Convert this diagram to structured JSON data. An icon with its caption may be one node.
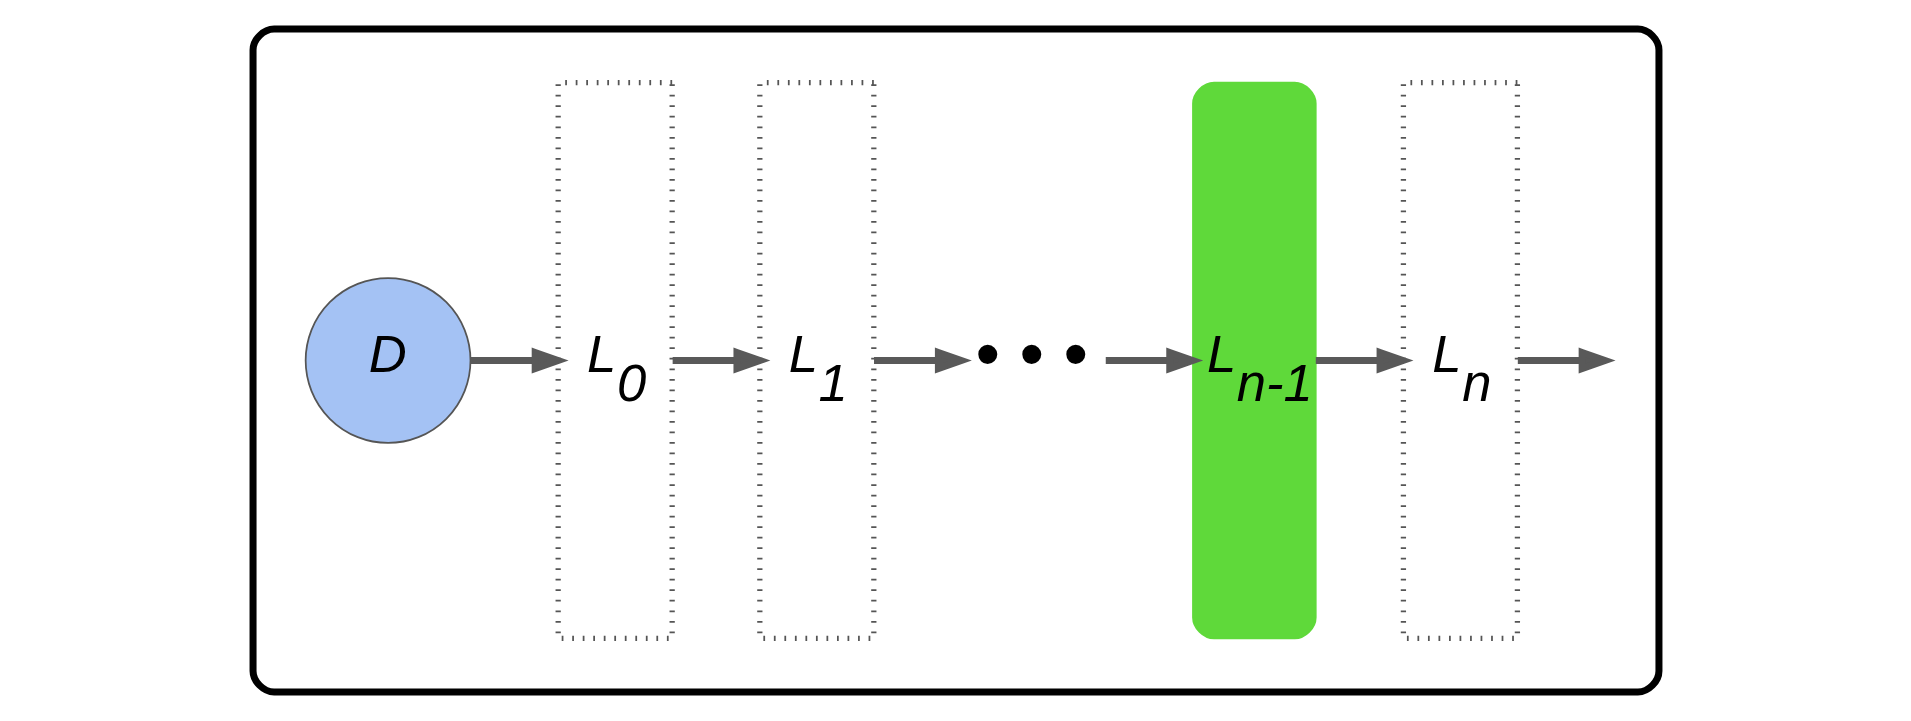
{
  "diagram": {
    "nodes": [
      {
        "text": [],
        "shape": "box"
      },
      {
        "text": [
          "D"
        ],
        "in": 0
      },
      {
        "text": [
          "L$_{0}$"
        ],
        "in": 0
      },
      {
        "text": [
          "L$_{1}$"
        ],
        "in": 0
      },
      {
        "text": [
          "• • •"
        ],
        "in": 0
      },
      {
        "text": [
          "L$_{n-1}$"
        ],
        "in": 0
      },
      {
        "text": [
          "L$_{n}$"
        ],
        "in": 0
      }
    ],
    "edges": [
      {
        "from": 1,
        "to": 2,
        "arrow": "to"
      },
      {
        "from": 2,
        "to": 3,
        "arrow": "to"
      },
      {
        "from": 3,
        "to": 4,
        "arrow": "to"
      },
      {
        "from": 4,
        "to": 5,
        "arrow": "to"
      },
      {
        "from": 5,
        "to": 6,
        "arrow": "to"
      },
      {
        "from": 6,
        "to": null,
        "arrow": "to"
      }
    ]
  }
}
